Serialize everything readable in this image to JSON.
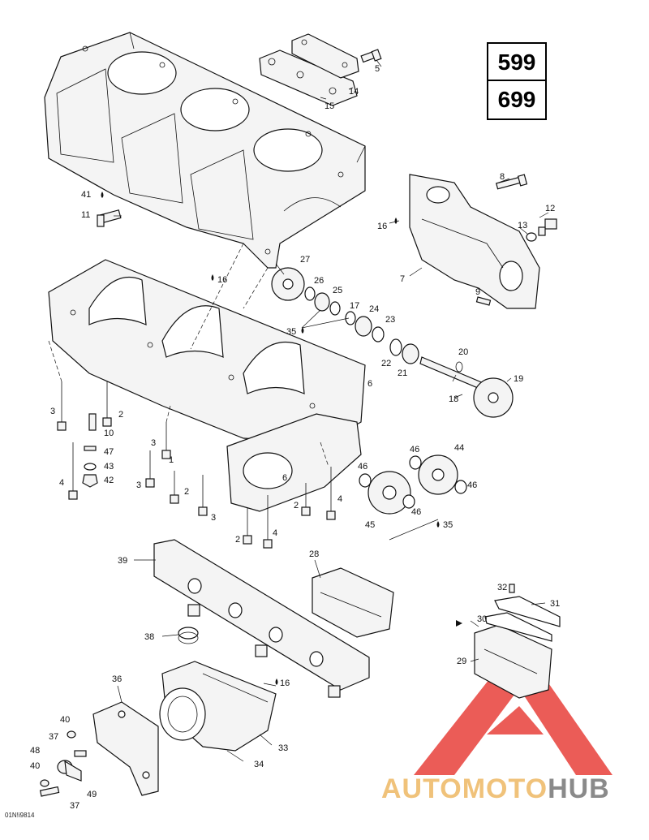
{
  "model_codes": [
    "599",
    "699"
  ],
  "figure_ref": "01N!i9814",
  "watermark": {
    "part1": "AUTOMOTO",
    "part2": "HUB",
    "color_triangle": "#e8403a",
    "color_text": "#f0c27a",
    "color_hub": "#8a8a8a"
  },
  "callouts": [
    {
      "id": "c5",
      "text": "5"
    },
    {
      "id": "c14",
      "text": "14"
    },
    {
      "id": "c15",
      "text": "15"
    },
    {
      "id": "c8",
      "text": "8"
    },
    {
      "id": "c12",
      "text": "12"
    },
    {
      "id": "c13",
      "text": "13"
    },
    {
      "id": "c16a",
      "text": "16"
    },
    {
      "id": "c7",
      "text": "7"
    },
    {
      "id": "c9",
      "text": "9"
    },
    {
      "id": "c41",
      "text": "41"
    },
    {
      "id": "c11",
      "text": "11"
    },
    {
      "id": "c16b",
      "text": "16"
    },
    {
      "id": "c27",
      "text": "27"
    },
    {
      "id": "c26",
      "text": "26"
    },
    {
      "id": "c25",
      "text": "25"
    },
    {
      "id": "c17",
      "text": "17"
    },
    {
      "id": "c24",
      "text": "24"
    },
    {
      "id": "c23",
      "text": "23"
    },
    {
      "id": "c35a",
      "text": "35"
    },
    {
      "id": "c22",
      "text": "22"
    },
    {
      "id": "c21",
      "text": "21"
    },
    {
      "id": "c20",
      "text": "20"
    },
    {
      "id": "c19",
      "text": "19"
    },
    {
      "id": "c18",
      "text": "18"
    },
    {
      "id": "c6a",
      "text": "6"
    },
    {
      "id": "c3a",
      "text": "3"
    },
    {
      "id": "c2a",
      "text": "2"
    },
    {
      "id": "c10",
      "text": "10"
    },
    {
      "id": "c47",
      "text": "47"
    },
    {
      "id": "c43",
      "text": "43"
    },
    {
      "id": "c42",
      "text": "42"
    },
    {
      "id": "c4a",
      "text": "4"
    },
    {
      "id": "c3b",
      "text": "3"
    },
    {
      "id": "c1",
      "text": "1"
    },
    {
      "id": "c3c",
      "text": "3"
    },
    {
      "id": "c2b",
      "text": "2"
    },
    {
      "id": "c3d",
      "text": "3"
    },
    {
      "id": "c6b",
      "text": "6"
    },
    {
      "id": "c2c",
      "text": "2"
    },
    {
      "id": "c4b",
      "text": "4"
    },
    {
      "id": "c2d",
      "text": "2"
    },
    {
      "id": "c4c",
      "text": "4"
    },
    {
      "id": "c46a",
      "text": "46"
    },
    {
      "id": "c46b",
      "text": "46"
    },
    {
      "id": "c44",
      "text": "44"
    },
    {
      "id": "c46c",
      "text": "46"
    },
    {
      "id": "c46d",
      "text": "46"
    },
    {
      "id": "c45",
      "text": "45"
    },
    {
      "id": "c35b",
      "text": "35"
    },
    {
      "id": "c39",
      "text": "39"
    },
    {
      "id": "c28",
      "text": "28"
    },
    {
      "id": "c32",
      "text": "32"
    },
    {
      "id": "c31",
      "text": "31"
    },
    {
      "id": "c30",
      "text": "30"
    },
    {
      "id": "c38",
      "text": "38"
    },
    {
      "id": "c29",
      "text": "29"
    },
    {
      "id": "c36",
      "text": "36"
    },
    {
      "id": "c16c",
      "text": "16"
    },
    {
      "id": "c40a",
      "text": "40"
    },
    {
      "id": "c37a",
      "text": "37"
    },
    {
      "id": "c33",
      "text": "33"
    },
    {
      "id": "c48",
      "text": "48"
    },
    {
      "id": "c34",
      "text": "34"
    },
    {
      "id": "c40b",
      "text": "40"
    },
    {
      "id": "c49",
      "text": "49"
    },
    {
      "id": "c37b",
      "text": "37"
    }
  ]
}
